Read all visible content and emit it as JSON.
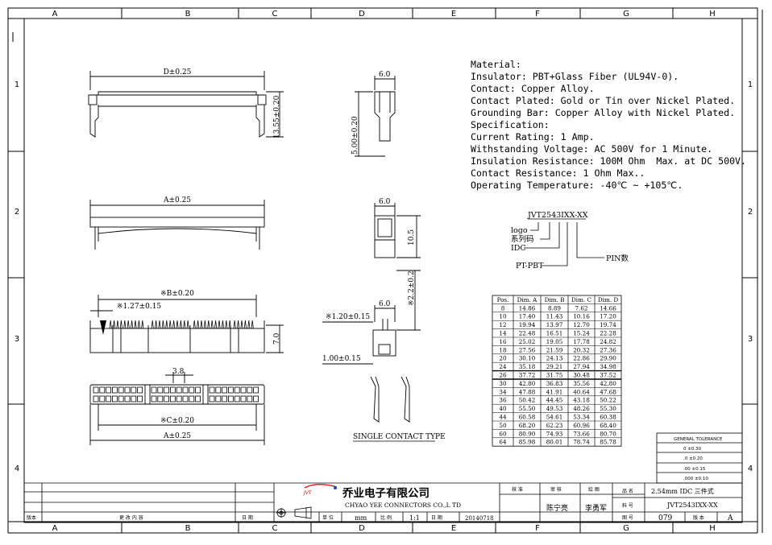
{
  "frame": {
    "columns": [
      "A",
      "B",
      "C",
      "D",
      "E",
      "F",
      "G",
      "H"
    ],
    "rows": [
      "1",
      "2",
      "3",
      "4"
    ]
  },
  "dims": {
    "top_d": "D±0.25",
    "top_h": "13.55±0.20",
    "front_a": "A±0.25",
    "b_dim": "※B±0.20",
    "pitch": "※1.27±0.15",
    "h7": "7.0",
    "dim38": "3.8",
    "c_dim": "※C±0.20",
    "a_bottom": "A±0.25",
    "w6a": "6.0",
    "h500": "5.00±0.20",
    "w6b": "6.0",
    "h105": "10.5",
    "w6c": "6.0",
    "d22": "※2.2±0.2",
    "d120": "※1.20±0.15",
    "d100": "1.00±0.15",
    "single_contact": "SINGLE CONTACT TYPE"
  },
  "spec_lines": [
    "Material:",
    "Insulator: PBT+Glass Fiber (UL94V-0).",
    "Contact: Copper Alloy.",
    "Contact Plated: Gold or Tin over Nickel Plated.",
    "Grounding Bar: Copper Alloy with Nickel Plated.",
    "Specification:",
    "Current Rating: 1 Amp.",
    "Withstanding Voltage: AC 500V for 1 Minute.",
    "Insulation Resistance: 100M Ohm  Max. at DC 500V.",
    "Contact Resistance: 1 Ohm Max..",
    "Operating Temperature: -40℃ ~ +105℃."
  ],
  "part_code": {
    "code": "JVT2543IXX-XX",
    "logo": "logo",
    "series": "系列码",
    "idc": "IDC",
    "pt": "PT-PBT",
    "pin": "PIN数"
  },
  "table": {
    "headers": [
      "Pos.",
      "Dim. A",
      "Dim. B",
      "Dim. C",
      "Dim. D"
    ],
    "rows": [
      [
        "8",
        "14.86",
        "8.89",
        "7.62",
        "14.66"
      ],
      [
        "10",
        "17.40",
        "11.43",
        "10.16",
        "17.20"
      ],
      [
        "12",
        "19.94",
        "13.97",
        "12.70",
        "19.74"
      ],
      [
        "14",
        "22.48",
        "16.51",
        "15.24",
        "22.28"
      ],
      [
        "16",
        "25.02",
        "19.05",
        "17.78",
        "24.82"
      ],
      [
        "18",
        "27.56",
        "21.59",
        "20.32",
        "27.36"
      ],
      [
        "20",
        "30.10",
        "24.13",
        "22.86",
        "29.90"
      ],
      [
        "24",
        "35.18",
        "29.21",
        "27.94",
        "34.98"
      ],
      [
        "26",
        "37.72",
        "31.75",
        "30.48",
        "37.52"
      ],
      [
        "30",
        "42.80",
        "36.83",
        "35.56",
        "42.80"
      ],
      [
        "34",
        "47.88",
        "41.91",
        "40.64",
        "47.68"
      ],
      [
        "36",
        "50.42",
        "44.45",
        "43.18",
        "50.22"
      ],
      [
        "40",
        "55.50",
        "49.53",
        "48.26",
        "55.30"
      ],
      [
        "44",
        "60.58",
        "54.61",
        "53.34",
        "60.38"
      ],
      [
        "50",
        "68.20",
        "62.23",
        "60.96",
        "68.40"
      ],
      [
        "60",
        "80.90",
        "74.93",
        "73.66",
        "80.70"
      ],
      [
        "64",
        "85.98",
        "80.01",
        "78.74",
        "85.78"
      ]
    ]
  },
  "tolerance": {
    "title": "GENERAL TOLERANCE",
    "rows": [
      "0   ±0.30",
      ".0   ±0.20",
      ".00  ±0.15",
      ".000 ±0.10"
    ]
  },
  "title_block": {
    "company_cn": "乔业电子有限公司",
    "company_en": "CHYAO YEE CONNECTORS CO.,L TD",
    "logo_text": "JVT",
    "rev_label": "版本",
    "content_label": "更 改 内 容",
    "date_label": "日 期",
    "unit_label": "单 位",
    "unit_value": "mm",
    "scale_label": "比 例",
    "scale_value": "1:1",
    "date2_label": "日 期",
    "date_value": "20140718",
    "approve_label": "核 准",
    "check_label": "审 核",
    "draw_label": "绘 图",
    "checker": "陈宁亮",
    "drawer": "李勇军",
    "name_label": "品 名",
    "name_value": "2.54mm IDC  三件式",
    "part_label": "料 号",
    "part_value": "JVT2543IXX-XX",
    "drawno_label": "图 号",
    "drawno_value": "079",
    "ver_label": "版 本",
    "ver_value": "A"
  }
}
